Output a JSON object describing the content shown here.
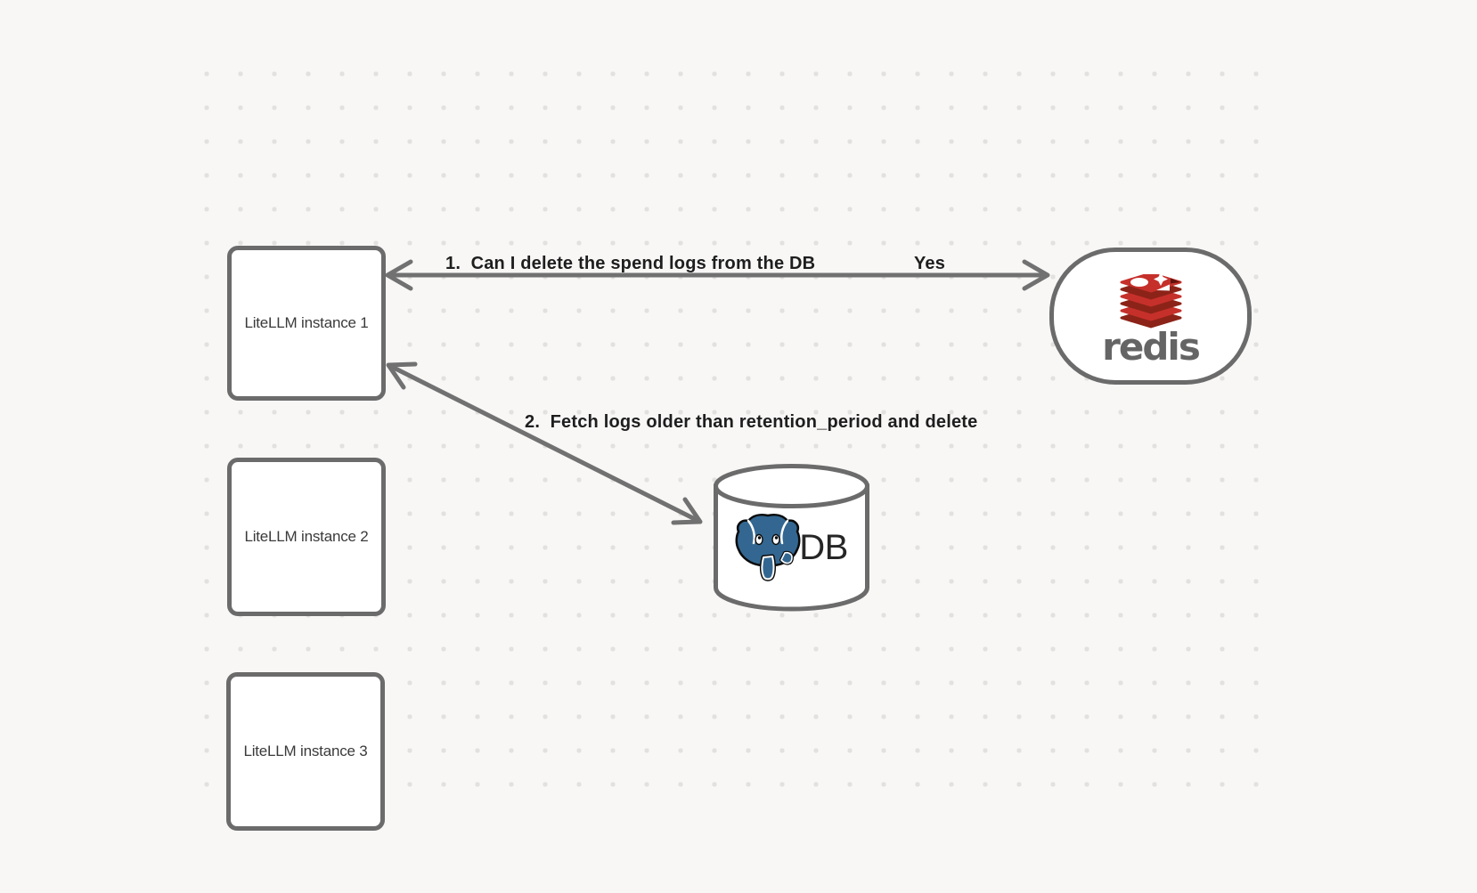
{
  "nodes": {
    "litellm1": {
      "label": "LiteLLM instance 1"
    },
    "litellm2": {
      "label": "LiteLLM instance 2"
    },
    "litellm3": {
      "label": "LiteLLM instance 3"
    },
    "redis": {
      "wordmark": "redis",
      "icon": "redis-stack-icon"
    },
    "db": {
      "label": "DB",
      "icon": "postgresql-elephant-icon"
    }
  },
  "edges": {
    "edge1": {
      "from": "litellm1",
      "to": "redis",
      "direction": "bidirectional",
      "label": "1.  Can I delete the spend logs from the DB",
      "response": "Yes"
    },
    "edge2": {
      "from": "litellm1",
      "to": "db",
      "direction": "bidirectional",
      "label": "2.  Fetch logs older than retention_period and delete"
    }
  },
  "colors": {
    "background": "#f8f7f6",
    "dot": "#e3e1df",
    "node_border": "#6b6b6b",
    "arrow": "#717171",
    "label_text": "#1e1e1e",
    "node_text": "#3a3a3a",
    "redis_red": "#c6302b",
    "redis_dark_red": "#8c2318",
    "redis_wordmark_gray": "#656565",
    "postgres_blue": "#336791"
  }
}
